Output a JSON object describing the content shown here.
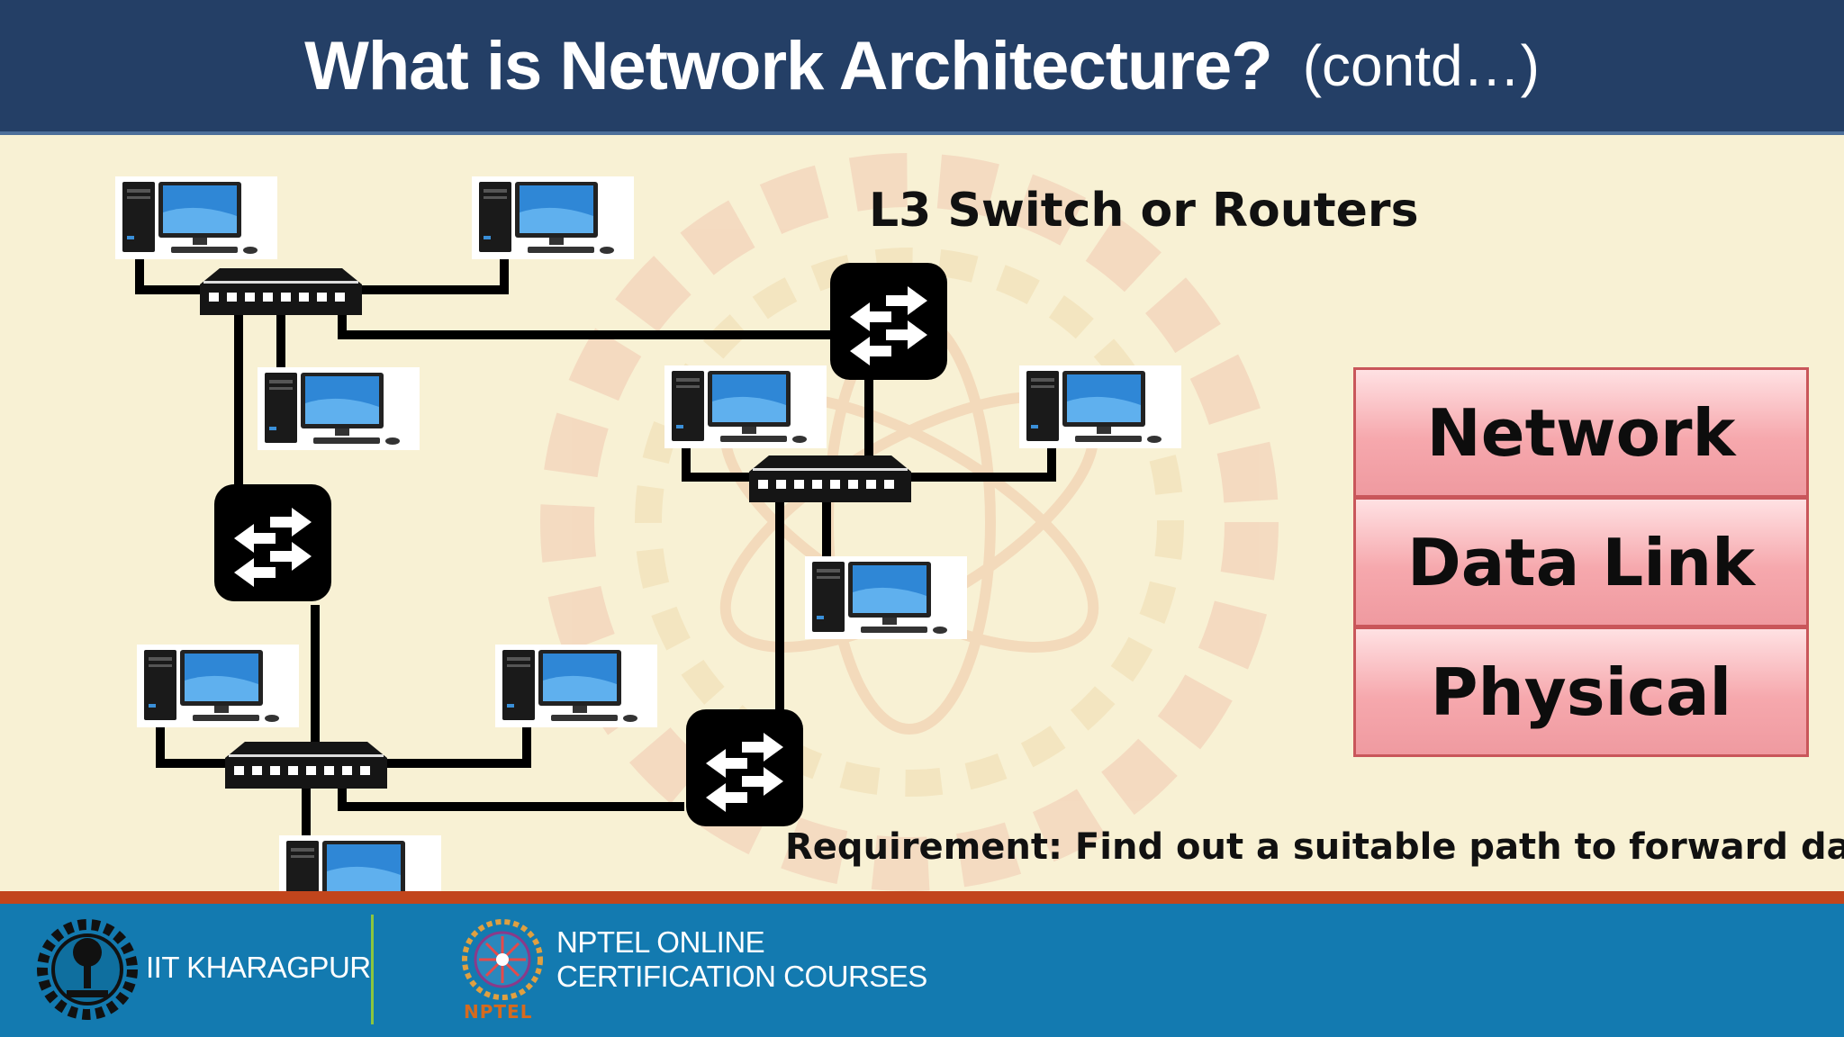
{
  "header": {
    "title": "What is Network Architecture?",
    "subtitle": "(contd…)"
  },
  "diagram": {
    "router_label": "L3 Switch or Routers",
    "requirement": "Requirement: Find out a suitable path to forward data",
    "layers": [
      "Network",
      "Data Link",
      "Physical"
    ]
  },
  "footer": {
    "institute": "IIT KHARAGPUR",
    "program_line1": "NPTEL ONLINE",
    "program_line2": "CERTIFICATION COURSES",
    "nptel_mark": "NPTEL"
  },
  "colors": {
    "header_bg": "#243f66",
    "content_bg": "#f8f1d4",
    "layer_fill": "#f6a8ad",
    "layer_border": "#c9565a",
    "footer_bg": "#137ab0",
    "footer_stripe": "#c2451c"
  },
  "icons": {
    "computer": "desktop-computer-icon",
    "switch": "network-switch-icon",
    "router": "router-icon"
  }
}
